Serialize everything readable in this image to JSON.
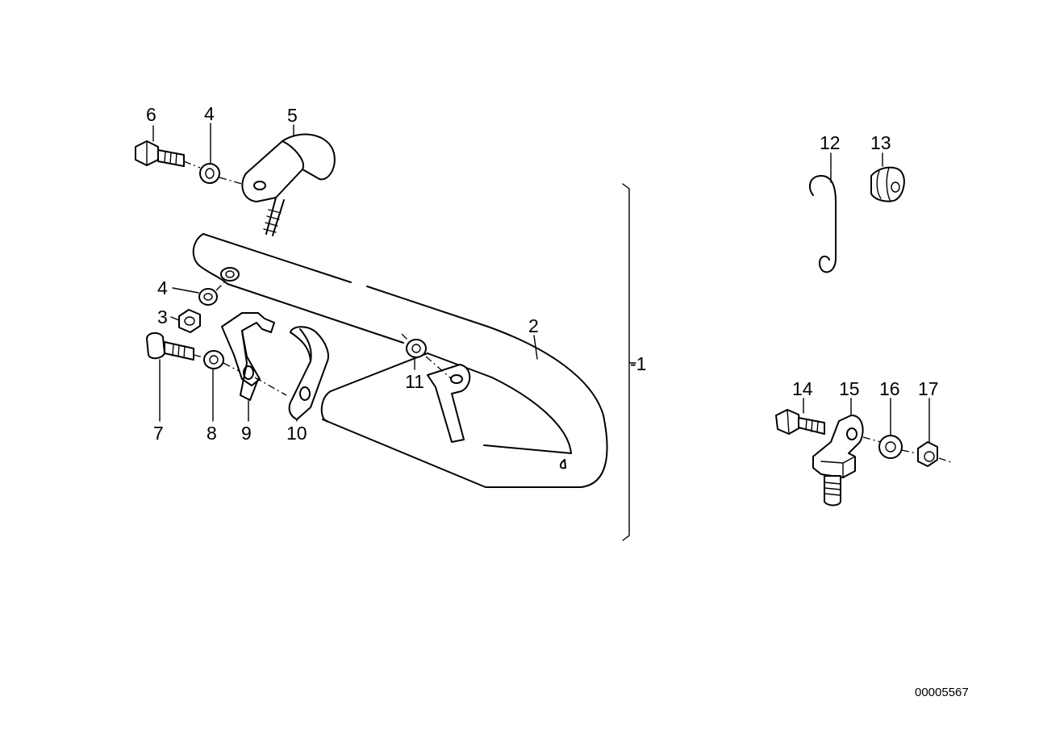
{
  "callouts": {
    "c1": "-1",
    "c2": "2",
    "c3": "3",
    "c4a": "4",
    "c4b": "4",
    "c5": "5",
    "c6": "6",
    "c7": "7",
    "c8": "8",
    "c9": "9",
    "c10": "10",
    "c11": "11",
    "c12": "12",
    "c13": "13",
    "c14": "14",
    "c15": "15",
    "c16": "16",
    "c17": "17"
  },
  "drawing_number": "00005567"
}
